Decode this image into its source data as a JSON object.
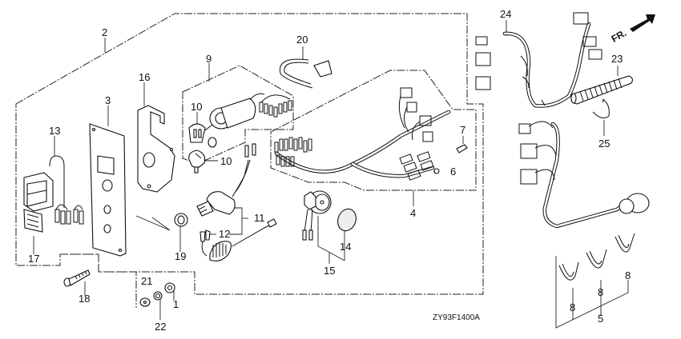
{
  "diagram": {
    "diagram_code": "ZY93F1400A",
    "direction_label": "FR.",
    "callouts": [
      {
        "id": "2",
        "label": "2"
      },
      {
        "id": "3",
        "label": "3"
      },
      {
        "id": "16",
        "label": "16"
      },
      {
        "id": "9",
        "label": "9"
      },
      {
        "id": "10a",
        "label": "10"
      },
      {
        "id": "10b",
        "label": "10"
      },
      {
        "id": "13",
        "label": "13"
      },
      {
        "id": "17",
        "label": "17"
      },
      {
        "id": "18",
        "label": "18"
      },
      {
        "id": "19",
        "label": "19"
      },
      {
        "id": "21",
        "label": "21"
      },
      {
        "id": "22",
        "label": "22"
      },
      {
        "id": "1",
        "label": "1"
      },
      {
        "id": "20",
        "label": "20"
      },
      {
        "id": "11",
        "label": "11"
      },
      {
        "id": "12",
        "label": "12"
      },
      {
        "id": "15",
        "label": "15"
      },
      {
        "id": "14",
        "label": "14"
      },
      {
        "id": "4",
        "label": "4"
      },
      {
        "id": "6",
        "label": "6"
      },
      {
        "id": "7",
        "label": "7"
      },
      {
        "id": "24",
        "label": "24"
      },
      {
        "id": "23",
        "label": "23"
      },
      {
        "id": "25",
        "label": "25"
      },
      {
        "id": "8a",
        "label": "8"
      },
      {
        "id": "8b",
        "label": "8"
      },
      {
        "id": "8c",
        "label": "8"
      },
      {
        "id": "5",
        "label": "5"
      }
    ]
  }
}
